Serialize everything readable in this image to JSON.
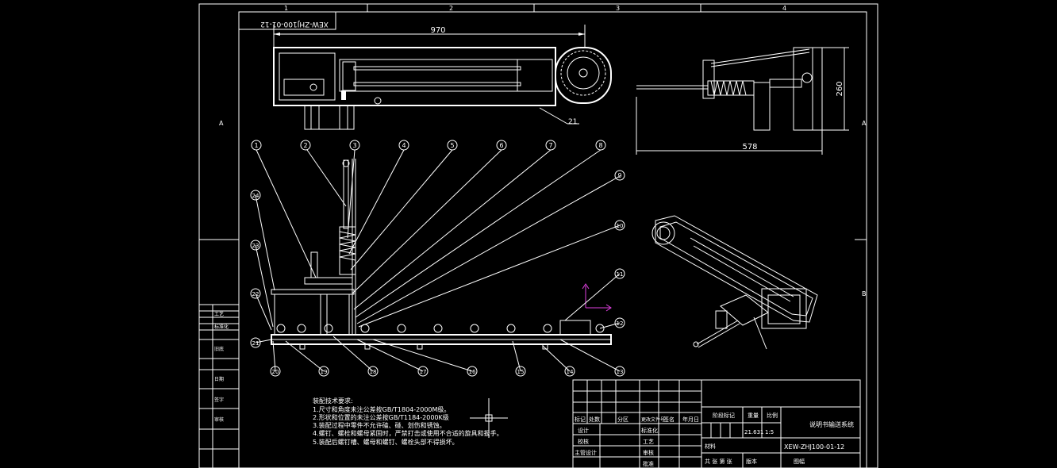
{
  "drawing": {
    "title_stamp_mirrored": "XEW-ZHJ100-01-12",
    "zone_columns": [
      "1",
      "2",
      "3",
      "4"
    ],
    "zone_rows": [
      "A",
      "B"
    ],
    "dims": {
      "length": "970",
      "height": "260",
      "width": "578"
    },
    "part_ref_top": "21",
    "balloons": [
      "1",
      "2",
      "3",
      "4",
      "5",
      "6",
      "7",
      "8",
      "9",
      "10",
      "11",
      "12",
      "13",
      "14",
      "15",
      "16",
      "17",
      "18",
      "19",
      "20",
      "21",
      "22",
      "23",
      "24"
    ],
    "tech_requirements": {
      "heading": "装配技术要求:",
      "lines": [
        "1.尺寸和角度未注公差按GB/T1804-2000M级。",
        "2.形状和位置的未注公差按GB/T1184-2000K级",
        "3.装配过程中零件不允许磕、碰、划伤和锈蚀。",
        "4.螺钉、螺栓和螺母紧固时，严禁打击或使用不合适的旋具和扳手。",
        "5.装配后螺钉槽、螺母和螺钉、螺栓头部不得损坏。"
      ]
    },
    "left_strip": [
      "工艺",
      "标准化",
      "旧底",
      "日期",
      "签字",
      "审核"
    ],
    "title_block": {
      "h_mark": "标记",
      "h_qty": "处数",
      "h_zone": "分区",
      "h_docno": "更改文件号",
      "h_sign": "签名",
      "h_date": "年月日",
      "r_design": "设计",
      "r_standard": "标准化",
      "r_check": "校核",
      "r_process": "工艺",
      "r_chief": "主管设计",
      "r_audit": "审核",
      "r_approve": "批准",
      "stage_mark": "阶段标记",
      "weight": "重量",
      "scale": "比例",
      "weight_val": "21.631",
      "scale_val": "1:5",
      "material": "材料",
      "share": "共 张 第 张",
      "version": "版本",
      "title": "说明书输送系统",
      "drawing_no": "XEW-ZHJ100-01-12",
      "stamp": "图幅"
    }
  }
}
